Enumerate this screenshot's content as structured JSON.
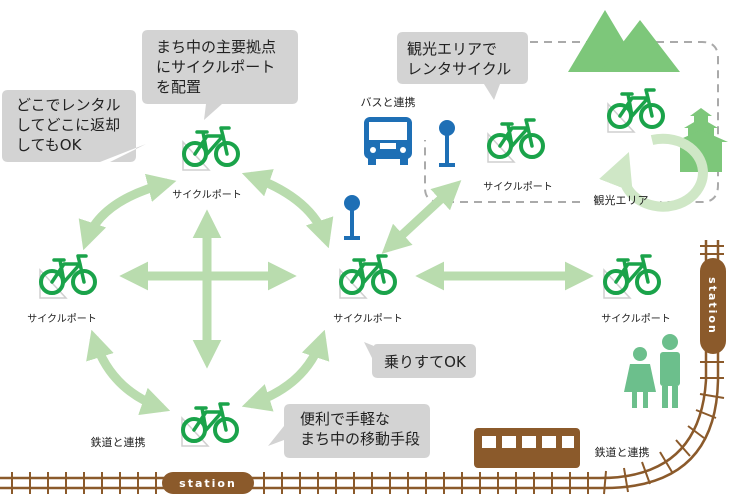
{
  "callouts": {
    "top_left": [
      "どこでレンタル",
      "してどこに返却",
      "してもOK"
    ],
    "top_center": [
      "まち中の主要拠点",
      "にサイクルポート",
      "を配置"
    ],
    "tourism": [
      "観光エリアで",
      "レンタサイクル"
    ],
    "center": [
      "乗りすてOK"
    ],
    "bottom": [
      "便利で手軽な",
      "まち中の移動手段"
    ]
  },
  "labels": {
    "bus": "バスと連携",
    "tourism_area": "観光エリア",
    "rail_left": "鉄道と連携",
    "rail_right": "鉄道と連携",
    "station_bottom": "station",
    "station_right": "station"
  },
  "ports": {
    "top": "サイクルポート",
    "left": "サイクルポート",
    "center": "サイクルポート",
    "right": "サイクルポート",
    "tourism": "サイクルポート"
  },
  "colors": {
    "bike_green": "#1aa34a",
    "arrow_green": "#b9dcae",
    "bubble_gray": "#d3d3d3",
    "rail_brown": "#8b5a2b",
    "mountain_green": "#7dc77a",
    "bus_blue": "#1e6fb5",
    "people_green": "#6cbf8c"
  }
}
